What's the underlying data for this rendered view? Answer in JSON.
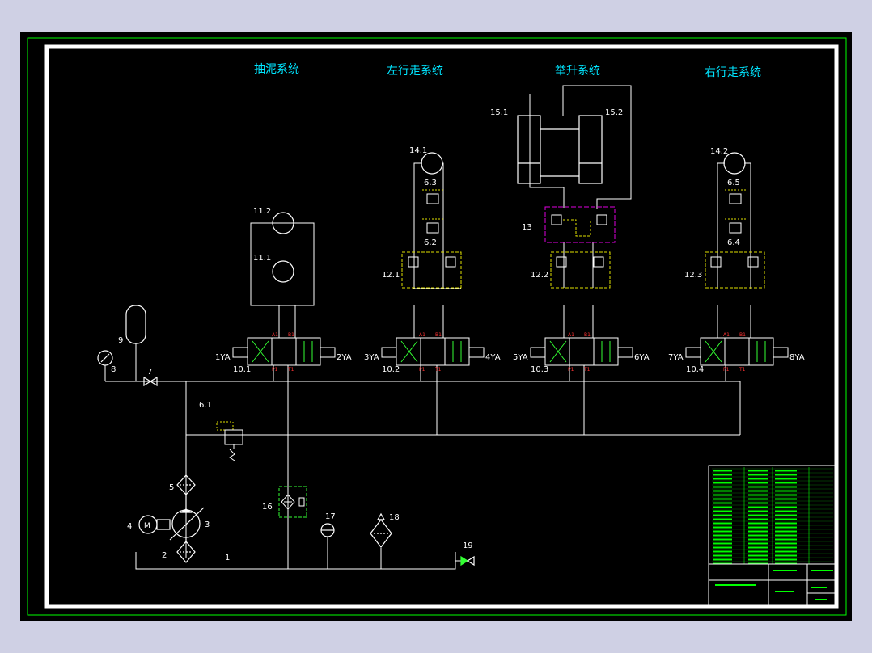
{
  "colors": {
    "outer_bg": "#cfd0e4",
    "sheet": "#000000",
    "border": "#ffffff",
    "inner_frame": "#00ff00",
    "title_text": "#00e5ff",
    "line": "#ffffff",
    "port_red": "#ff3333",
    "port_green": "#33ff33",
    "valve_yellow": "#e0e000",
    "valve_magenta": "#e000e0",
    "table_green": "#00ff00"
  },
  "titles": {
    "mud": "抽泥系统",
    "left": "左行走系统",
    "lift": "举升系统",
    "right": "右行走系统"
  },
  "labels": {
    "c1": "15.1",
    "c2": "15.2",
    "m141": "14.1",
    "m142": "14.2",
    "m112": "11.2",
    "m111": "11.1",
    "v63": "6.3",
    "v62": "6.2",
    "v65": "6.5",
    "v64": "6.4",
    "b121": "12.1",
    "b122": "12.2",
    "b123": "12.3",
    "b13": "13",
    "d101": "10.1",
    "d102": "10.2",
    "d103": "10.3",
    "d104": "10.4",
    "s1": "1YA",
    "s2": "2YA",
    "s3": "3YA",
    "s4": "4YA",
    "s5": "5YA",
    "s6": "6YA",
    "s7": "7YA",
    "s8": "8YA",
    "acc": "9",
    "gauge": "8",
    "cock": "7",
    "relief": "6.1",
    "filter": "5",
    "motor_id": "4",
    "motor_letter": "M",
    "pump": "3",
    "suction": "2",
    "tank": "1",
    "filter2": "16",
    "temp": "17",
    "breather": "18",
    "drain": "19"
  },
  "ports": {
    "a": "A1",
    "b": "B1",
    "p": "P1",
    "t": "T1"
  }
}
